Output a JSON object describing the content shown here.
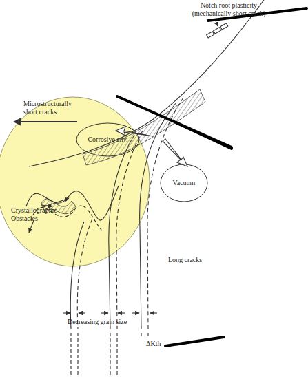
{
  "diagram": {
    "nodes": [
      {
        "text": [
          "Microstructurally short cracks",
          "Crystallographic Obstacles"
        ]
      },
      {
        "text": [
          "Corrosive env."
        ],
        "in": 0
      },
      {
        "text": [
          "Vacuum"
        ]
      }
    ],
    "edges": [],
    "labels": [
      "Notch root plasticity (mechanically short crack)",
      "Long cracks",
      "Decreasing grain size",
      "ΔKth"
    ]
  }
}
